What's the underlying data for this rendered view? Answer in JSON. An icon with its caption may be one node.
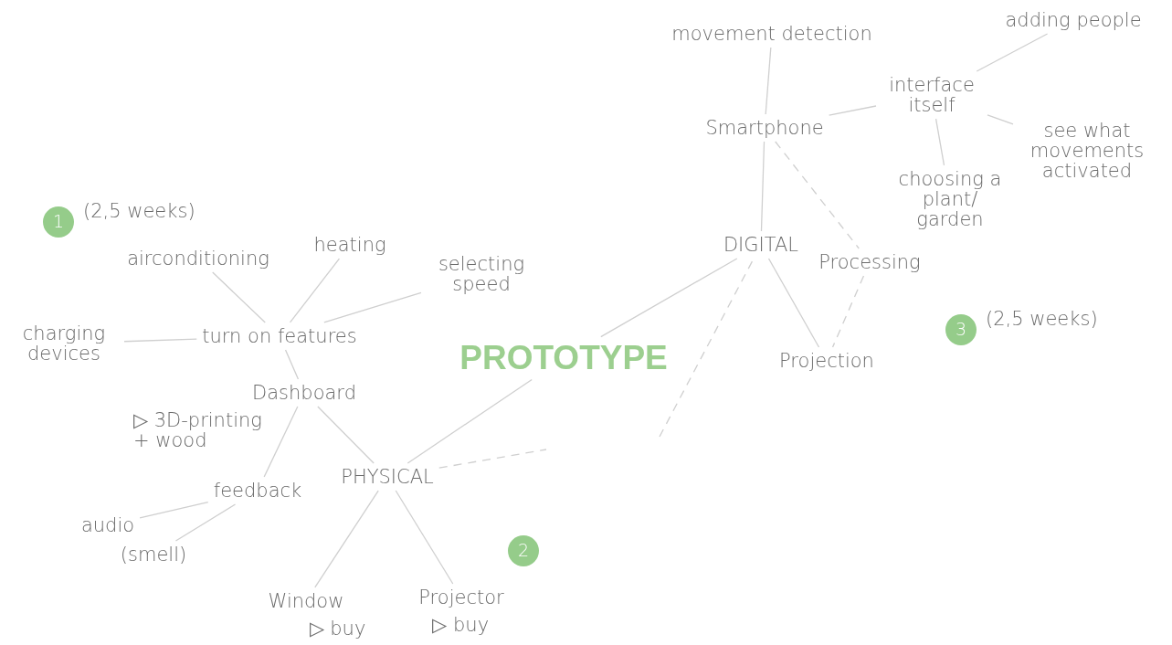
{
  "diagram": {
    "nodes": [
      {
        "text": [
          "PROTOTYPE"
        ]
      },
      {
        "text": [
          "PHYSICAL"
        ]
      },
      {
        "text": [
          "DIGITAL"
        ]
      },
      {
        "text": [
          "Dashboard"
        ],
        "beside": [
          "▷ 3D-printing + wood"
        ]
      },
      {
        "text": [
          "turn on features"
        ]
      },
      {
        "text": [
          "airconditioning"
        ]
      },
      {
        "text": [
          "heating"
        ]
      },
      {
        "text": [
          "selecting speed"
        ]
      },
      {
        "text": [
          "charging devices"
        ]
      },
      {
        "text": [
          "feedback"
        ]
      },
      {
        "text": [
          "audio"
        ]
      },
      {
        "text": [
          "(smell)"
        ]
      },
      {
        "text": [
          "Window"
        ],
        "beside": [
          "▷ buy"
        ]
      },
      {
        "text": [
          "Projector"
        ],
        "beside": [
          "▷ buy"
        ]
      },
      {
        "text": [
          "Smartphone"
        ]
      },
      {
        "text": [
          "movement detection"
        ]
      },
      {
        "text": [
          "interface itself"
        ]
      },
      {
        "text": [
          "adding people"
        ]
      },
      {
        "text": [
          "see what movements activated"
        ]
      },
      {
        "text": [
          "choosing a plant/ garden"
        ]
      },
      {
        "text": [
          "Processing"
        ]
      },
      {
        "text": [
          "Projection"
        ]
      },
      {
        "text": [
          "1"
        ],
        "beside": [
          "(2,5 weeks)"
        ]
      },
      {
        "text": [
          "2"
        ]
      },
      {
        "text": [
          "3"
        ],
        "beside": [
          "(2,5 weeks)"
        ]
      }
    ],
    "edges": [
      {
        "from": 0,
        "to": 1,
        "arrow": "none"
      },
      {
        "from": 0,
        "to": 2,
        "arrow": "none"
      },
      {
        "from": 1,
        "to": 3,
        "arrow": "none"
      },
      {
        "from": 3,
        "to": 4,
        "arrow": "none"
      },
      {
        "from": 4,
        "to": 5,
        "arrow": "none"
      },
      {
        "from": 4,
        "to": 6,
        "arrow": "none"
      },
      {
        "from": 4,
        "to": 7,
        "arrow": "none"
      },
      {
        "from": 4,
        "to": 8,
        "arrow": "none"
      },
      {
        "from": 3,
        "to": 9,
        "arrow": "none"
      },
      {
        "from": 9,
        "to": 10,
        "arrow": "none"
      },
      {
        "from": 9,
        "to": 11,
        "arrow": "none"
      },
      {
        "from": 1,
        "to": 12,
        "arrow": "none"
      },
      {
        "from": 1,
        "to": 13,
        "arrow": "none"
      },
      {
        "from": 2,
        "to": 14,
        "arrow": "none"
      },
      {
        "from": 14,
        "to": 15,
        "arrow": "none"
      },
      {
        "from": 14,
        "to": 16,
        "arrow": "none"
      },
      {
        "from": 16,
        "to": 17,
        "arrow": "none"
      },
      {
        "from": 16,
        "to": 18,
        "arrow": "none"
      },
      {
        "from": 16,
        "to": 19,
        "arrow": "none"
      },
      {
        "from": 14,
        "to": 20,
        "arrow": "none",
        "style": "dashed"
      },
      {
        "from": 20,
        "to": 21,
        "arrow": "none",
        "style": "dashed"
      },
      {
        "from": 2,
        "to": 21,
        "arrow": "none"
      },
      {
        "from": 1,
        "to": null,
        "arrow": "none",
        "style": "dashed"
      },
      {
        "from": null,
        "to": 2,
        "arrow": "none",
        "style": "dashed"
      }
    ]
  }
}
